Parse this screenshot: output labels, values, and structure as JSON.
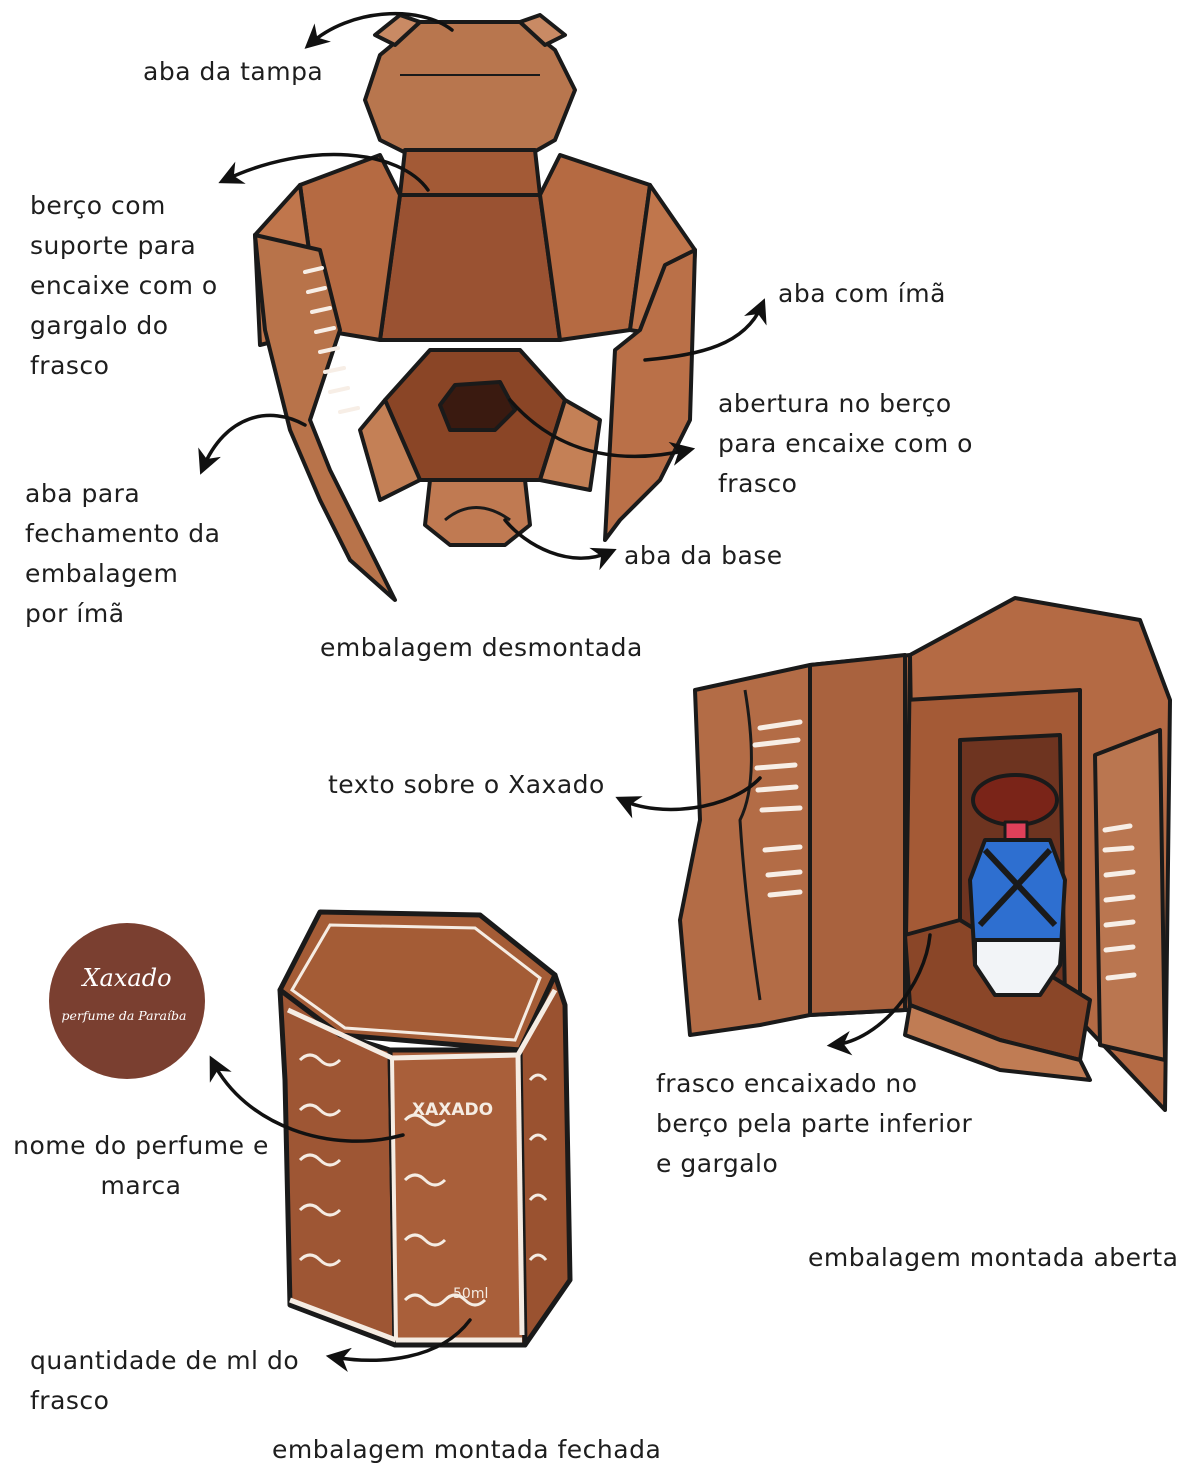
{
  "labels": {
    "aba_tampa": "aba  da tampa",
    "berco_suporte": "berço com\nsuporte para\nencaixe com o\ngargalo do\nfrasco",
    "aba_ima": "aba com ímã",
    "abertura_berco": "abertura no berço\npara encaixe com o\nfrasco",
    "aba_fechamento": "aba para\nfechamento da\nembalagem\npor ímã",
    "aba_base": "aba da base",
    "texto_xaxado": "texto sobre o Xaxado",
    "frasco_encaixado": "frasco encaixado no\nberço pela parte inferior\ne gargalo",
    "nome_perfume": "nome do perfume e\nmarca",
    "quantidade_ml": "quantidade de ml do\nfrasco"
  },
  "captions": {
    "desmontada": "embalagem desmontada",
    "montada_aberta": "embalagem montada aberta",
    "montada_fechada": "embalagem montada fechada"
  },
  "logo": {
    "name": "Xaxado",
    "tagline": "perfume da Paraíba",
    "color": "#7a3f30"
  },
  "box_print": {
    "brand": "XAXADO",
    "volume": "50ml"
  },
  "colors": {
    "cardboard": "#b5643f",
    "cardboard_light": "#c98a64",
    "cardboard_dark": "#7e3d24",
    "outline": "#1a1a1a",
    "bottle_blue": "#2e6fd0",
    "bottle_cap": "#7a2418"
  }
}
